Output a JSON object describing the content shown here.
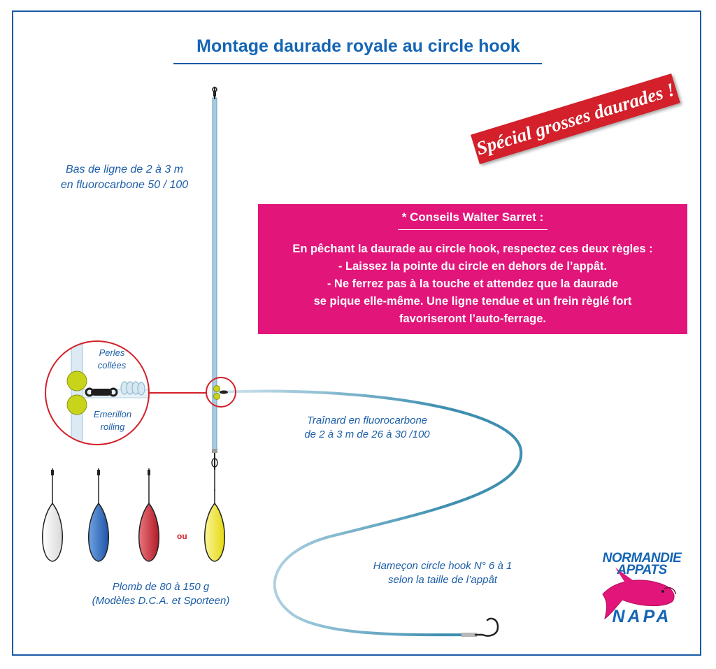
{
  "title": "Montage daurade royale au circle hook",
  "banner": "Spécial grosses daurades !",
  "labels": {
    "leader": [
      "Bas de ligne de 2 à 3 m",
      "en fluorocarbone 50 / 100"
    ],
    "beads": [
      "Perles",
      "collées"
    ],
    "swivel": [
      "Emerillon",
      "rolling"
    ],
    "trailer": [
      "Traînard en fluorocarbone",
      "de 2 à 3 m de 26 à 30 /100"
    ],
    "hook": [
      "Hameçon circle hook N° 6 à 1",
      "selon la taille de l’appât"
    ],
    "sinker": [
      "Plomb de 80 à 150 g",
      "(Modèles D.C.A. et Sporteen)"
    ],
    "or": "ou"
  },
  "advice": {
    "title": "* Conseils Walter Sarret :",
    "lines": [
      "En pêchant la daurade au circle hook, respectez ces deux règles :",
      "- Laissez la pointe du circle en dehors de l’appât.",
      "- Ne ferrez pas à la touche et attendez que la daurade",
      "se pique elle-même. Une ligne tendue et un frein règlé fort",
      "favoriseront l’auto-ferrage."
    ]
  },
  "logo": {
    "top": [
      "NORMANDIE",
      "APPATS"
    ],
    "bottom": "NAPA"
  },
  "sinkers": [
    {
      "name": "white-sinker",
      "color": "#ffffff"
    },
    {
      "name": "blue-sinker",
      "color": "#2f6fc8"
    },
    {
      "name": "red-sinker",
      "color": "#cc2a35"
    },
    {
      "name": "yellow-sinker",
      "color": "#f2e81e"
    }
  ],
  "colors": {
    "frame": "#1b5aa6",
    "title": "#1565b4",
    "banner": "#d3202a",
    "advice_box": "#e2157a",
    "line": "#a7cce0",
    "trailer_dark": "#3e8fb0",
    "bead": "#c8d41a",
    "magnifier": "#d3202a"
  }
}
